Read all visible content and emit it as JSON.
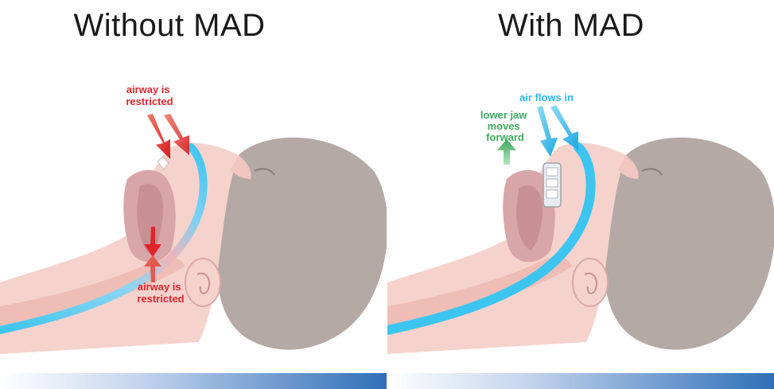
{
  "panels": [
    {
      "title": "Without MAD",
      "labels": {
        "top": [
          "airway is",
          "restricted"
        ],
        "bottom": [
          "airway is",
          "restricted"
        ]
      }
    },
    {
      "title": "With MAD",
      "labels": {
        "airflow": [
          "air flows in"
        ],
        "jaw": [
          "lower jaw",
          "moves",
          "forward"
        ]
      }
    }
  ],
  "colors": {
    "skin": "#f6d2cd",
    "skin_dark": "#eebdb6",
    "hair": "#b4a9a4",
    "airway_blue": "#3cc5f0",
    "mouth_cavity": "#d8a6a8",
    "restricted_red": "#e0252b",
    "airflow_blue": "#29b6ec",
    "jaw_green": "#3daa5c",
    "bed_blue": "#2f6fb8"
  }
}
